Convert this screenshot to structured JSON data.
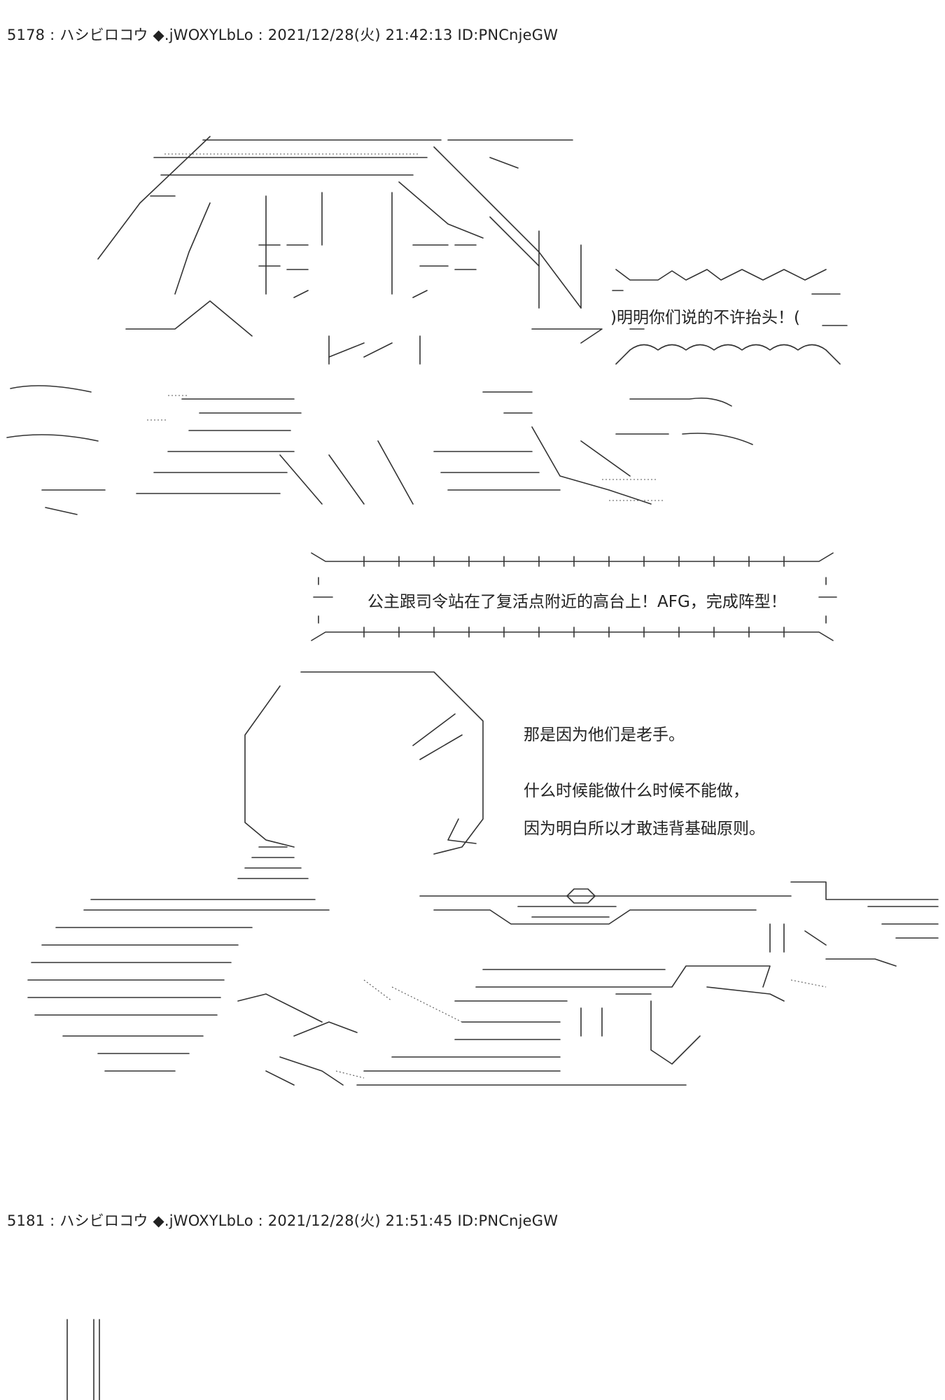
{
  "posts": [
    {
      "number": "5178",
      "name": "ハシビロコウ",
      "trip": "◆.jWOXYLbLo",
      "datetime": "2021/12/28(火) 21:42:13",
      "id": "ID:PNCnjeGW",
      "header_text": "5178 : ハシビロコウ ◆.jWOXYLbLo : 2021/12/28(火) 21:42:13 ID:PNCnjeGW"
    },
    {
      "number": "5181",
      "name": "ハシビロコウ",
      "trip": "◆.jWOXYLbLo",
      "datetime": "2021/12/28(火) 21:51:45",
      "id": "ID:PNCnjeGW",
      "header_text": "5181 : ハシビロコウ ◆.jWOXYLbLo : 2021/12/28(火) 21:51:45 ID:PNCnjeGW"
    }
  ],
  "dialogue": {
    "shout": ")明明你们说的不许抬头！(",
    "banner": "公主跟司令站在了复活点附近的高台上！AFG，完成阵型！",
    "line1": "那是因为他们是老手。",
    "line2": "什么时候能做什么时候不能做，",
    "line3": "因为明白所以才敢违背基础原则。"
  }
}
